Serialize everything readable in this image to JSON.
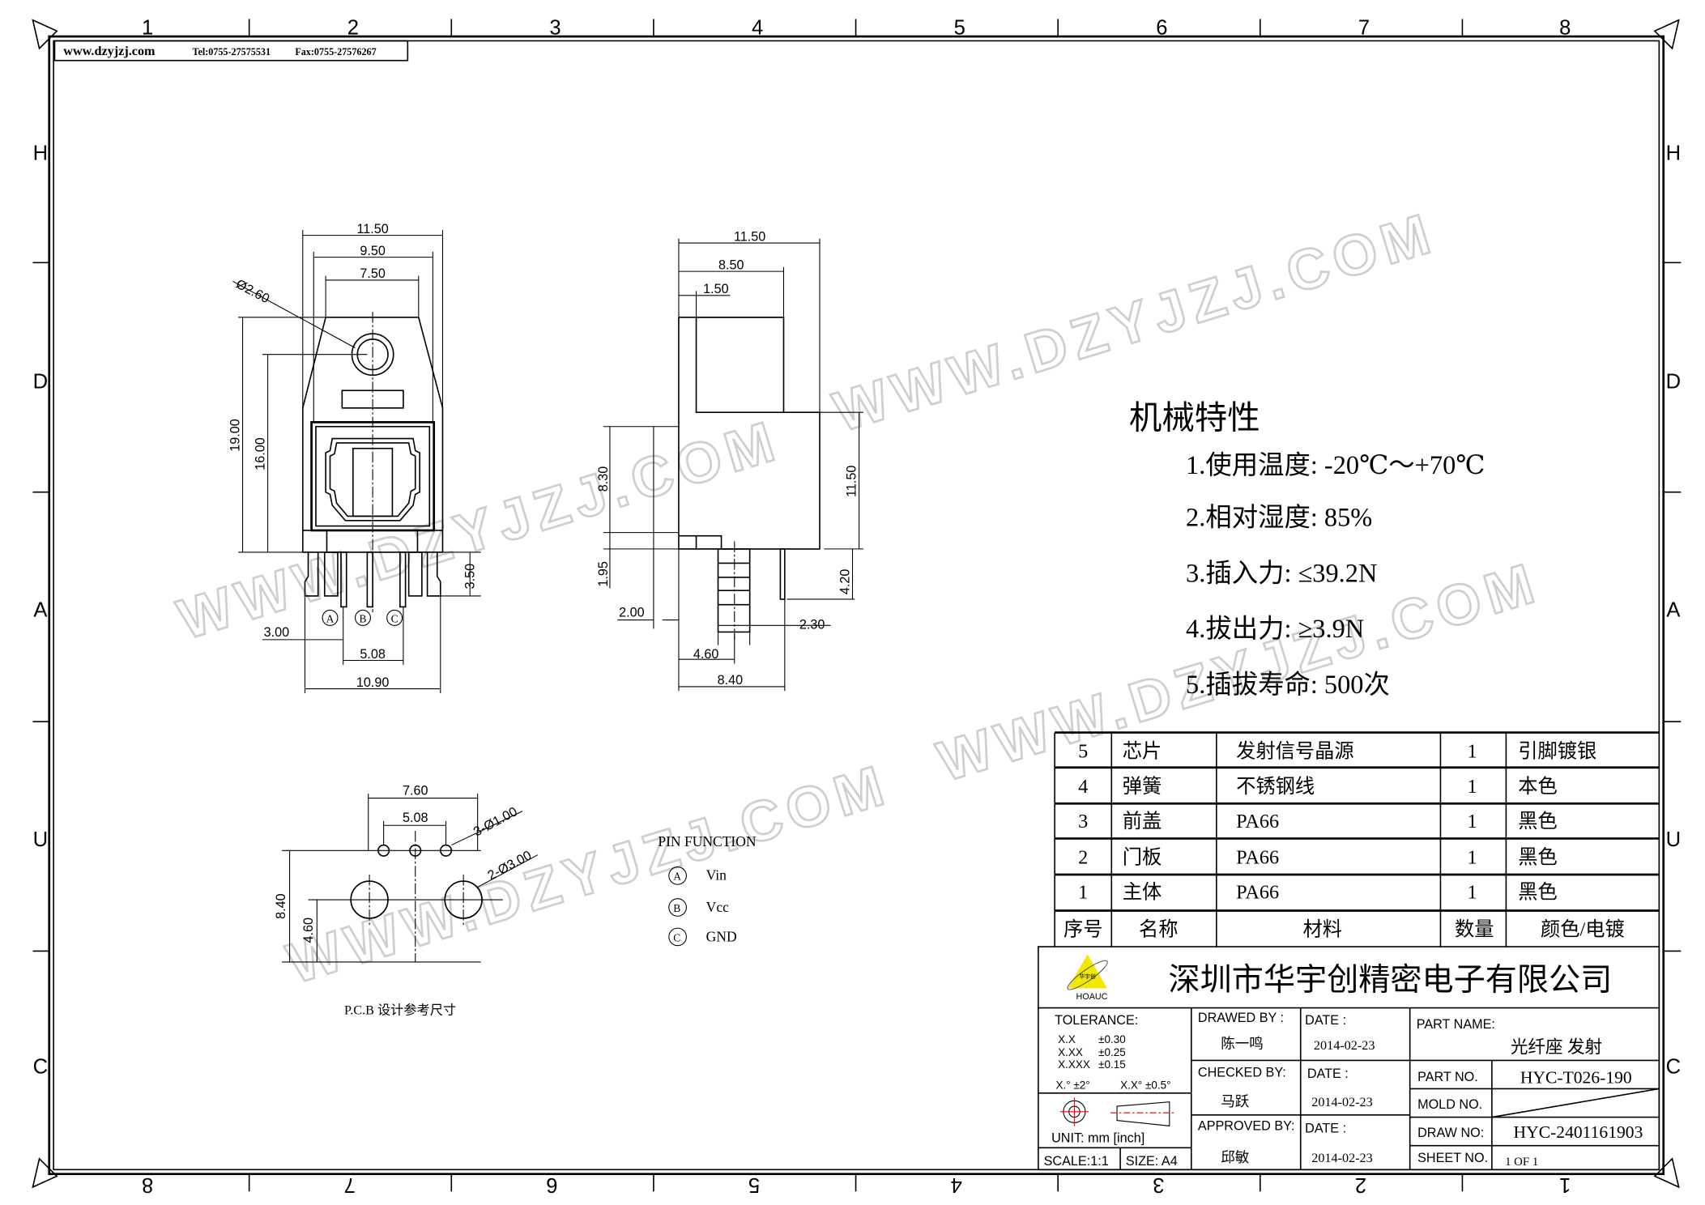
{
  "header": {
    "website": "www.dzyjzj.com",
    "tel": "Tel:0755-27575531",
    "fax": "Fax:0755-27576267"
  },
  "grid": {
    "columns": [
      "1",
      "2",
      "3",
      "4",
      "5",
      "6",
      "7",
      "8"
    ],
    "rows": [
      "H",
      "D",
      "A",
      "U",
      "C"
    ]
  },
  "watermark": "WWW.DZYJZJ.COM",
  "front_view": {
    "dims": {
      "w_total": "11.50",
      "w_mid": "9.50",
      "w_top": "7.50",
      "hole_dia": "Ø2.60",
      "h_total": "19.00",
      "h_hole": "16.00",
      "pin_len": "3.50",
      "offset": "3.00",
      "pin_pitch": "5.08",
      "base_w": "10.90"
    },
    "pins": [
      "A",
      "B",
      "C"
    ]
  },
  "side_view": {
    "dims": {
      "w_total": "11.50",
      "w_upper": "8.50",
      "w_step": "1.50",
      "h_left": "8.30",
      "h_step": "1.95",
      "offset_left": "2.00",
      "h_right": "11.50",
      "pin_len": "4.20",
      "pin_off": "2.30",
      "post_pos": "4.60",
      "pin_pos": "8.40"
    }
  },
  "pcb": {
    "dims": {
      "span_outer": "7.60",
      "span_pins": "5.08",
      "small_holes": "3-Ø1.00",
      "big_holes": "2-Ø3.00",
      "h_total": "8.40",
      "h_big": "4.60"
    },
    "caption": "P.C.B 设计参考尺寸"
  },
  "pin_function": {
    "title": "PIN FUNCTION",
    "items": [
      {
        "pin": "A",
        "label": "Vin"
      },
      {
        "pin": "B",
        "label": "Vcc"
      },
      {
        "pin": "C",
        "label": "GND"
      }
    ]
  },
  "specs": {
    "title": "机械特性",
    "items": [
      "1.使用温度: -20℃～+70℃",
      "2.相对湿度: 85%",
      "3.插入力: ≤39.2N",
      "4.拔出力: ≥3.9N",
      "5.插拔寿命: 500次"
    ]
  },
  "bom": {
    "headers": [
      "序号",
      "名称",
      "材料",
      "数量",
      "颜色/电镀"
    ],
    "rows": [
      [
        "5",
        "芯片",
        "发射信号晶源",
        "1",
        "引脚镀银"
      ],
      [
        "4",
        "弹簧",
        "不锈钢线",
        "1",
        "本色"
      ],
      [
        "3",
        "前盖",
        "PA66",
        "1",
        "黑色"
      ],
      [
        "2",
        "门板",
        "PA66",
        "1",
        "黑色"
      ],
      [
        "1",
        "主体",
        "PA66",
        "1",
        "黑色"
      ]
    ]
  },
  "title_block": {
    "logo_text": "HOAUC",
    "logo_cn": "华宇创",
    "company": "深圳市华宇创精密电子有限公司",
    "tolerance_label": "TOLERANCE:",
    "tolerances": [
      [
        "X.X",
        "±0.30"
      ],
      [
        "X.XX",
        "±0.25"
      ],
      [
        "X.XXX",
        "±0.15"
      ]
    ],
    "angle_tol": [
      "X.° ±2°",
      "X.X° ±0.5°"
    ],
    "unit": "UNIT:  mm  [inch]",
    "scale": "SCALE:1:1",
    "size": "SIZE:  A4",
    "drawn_by_label": "DRAWED  BY :",
    "drawn_by": "陈一鸣",
    "checked_by_label": "CHECKED  BY:",
    "checked_by": "马跃",
    "approved_by_label": "APPROVED  BY:",
    "approved_by": "邱敏",
    "date_label": "DATE  :",
    "dates": [
      "2014-02-23",
      "2014-02-23",
      "2014-02-23"
    ],
    "part_name_label": "PART  NAME:",
    "part_name": "光纤座 发射",
    "part_no_label": "PART  NO.",
    "part_no": "HYC-T026-190",
    "mold_no_label": "MOLD  NO.",
    "draw_no_label": "DRAW  NO:",
    "draw_no": "HYC-2401161903",
    "sheet_no_label": "SHEET  NO.",
    "sheet_no": "1  OF  1"
  }
}
